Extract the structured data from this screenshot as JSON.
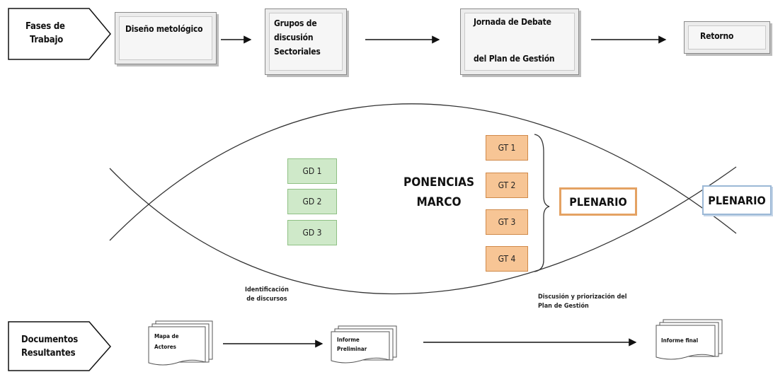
{
  "phases": {
    "row_label": [
      "Fases de",
      "Trabajo"
    ],
    "steps": [
      {
        "lines": [
          "Diseño metológico"
        ]
      },
      {
        "lines": [
          "Grupos de",
          "discusión",
          "Sectoriales"
        ]
      },
      {
        "lines": [
          "Jornada de Debate",
          "",
          "del Plan de Gestión"
        ]
      },
      {
        "lines": [
          "Retorno"
        ]
      }
    ]
  },
  "center": {
    "gd_groups": [
      "GD 1",
      "GD 2",
      "GD 3"
    ],
    "ponencias": [
      "PONENCIAS",
      "MARCO"
    ],
    "gt_groups": [
      "GT 1",
      "GT 2",
      "GT 3",
      "GT 4"
    ],
    "plenario_1": "PLENARIO",
    "plenario_2": "PLENARIO"
  },
  "annotations": {
    "left": [
      "Identificación",
      "de discursos"
    ],
    "right": [
      "Discusión y priorización del",
      "Plan de Gestión"
    ]
  },
  "documents": {
    "row_label": [
      "Documentos",
      "Resultantes"
    ],
    "docs": [
      {
        "lines": [
          "Mapa de",
          "Actores"
        ]
      },
      {
        "lines": [
          "Informe",
          "Preliminar"
        ]
      },
      {
        "lines": [
          "Informe final"
        ]
      }
    ]
  },
  "colors": {
    "gd_fill": "#cfe9c9",
    "gt_fill": "#f7c595",
    "plenario_1_border": "#e4a263",
    "plenario_2_border": "#9bb8d6"
  }
}
